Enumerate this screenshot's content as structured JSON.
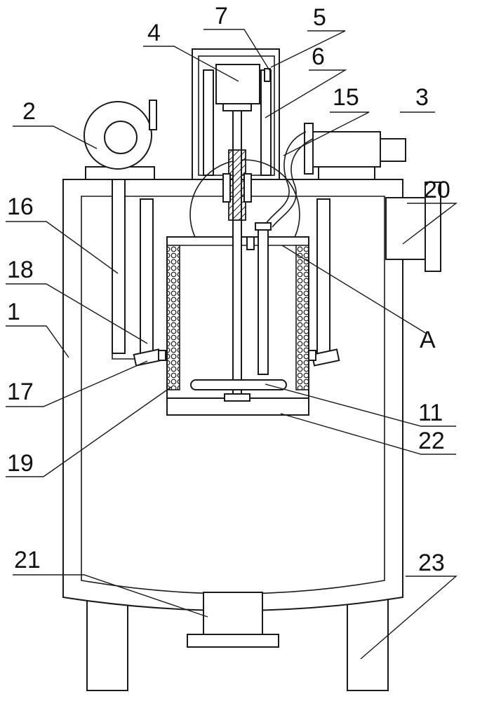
{
  "labels": {
    "l1": "1",
    "l2": "2",
    "l3": "3",
    "l4": "4",
    "l5": "5",
    "l6": "6",
    "l7": "7",
    "l11": "11",
    "l15": "15",
    "l16": "16",
    "l17": "17",
    "l18": "18",
    "l19": "19",
    "l20": "20",
    "l21": "21",
    "l22": "22",
    "l23": "23",
    "lA": "A"
  },
  "colors": {
    "line": "#1a1a1a",
    "background": "#ffffff"
  }
}
